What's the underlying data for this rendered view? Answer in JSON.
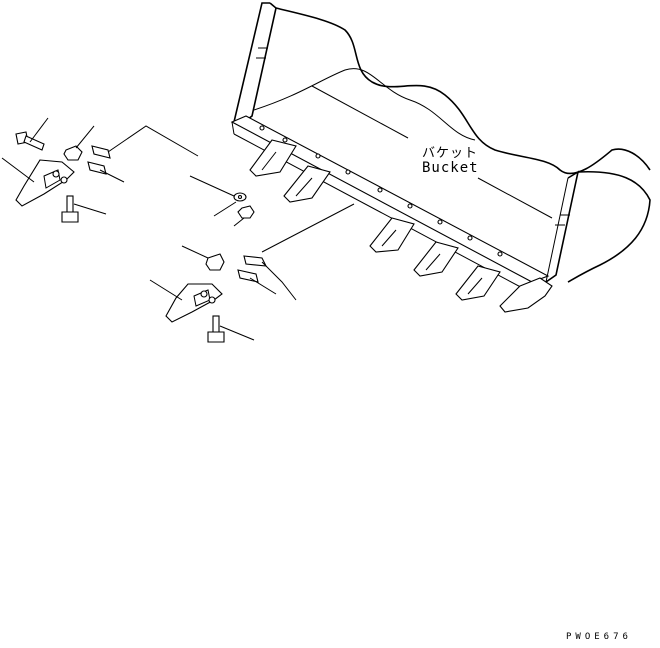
{
  "diagram": {
    "labels": {
      "bucket_jp": "バケット",
      "bucket_en": "Bucket"
    },
    "figure_code": "PWOE676"
  },
  "colors": {
    "line": "#000000",
    "background": "#ffffff"
  }
}
